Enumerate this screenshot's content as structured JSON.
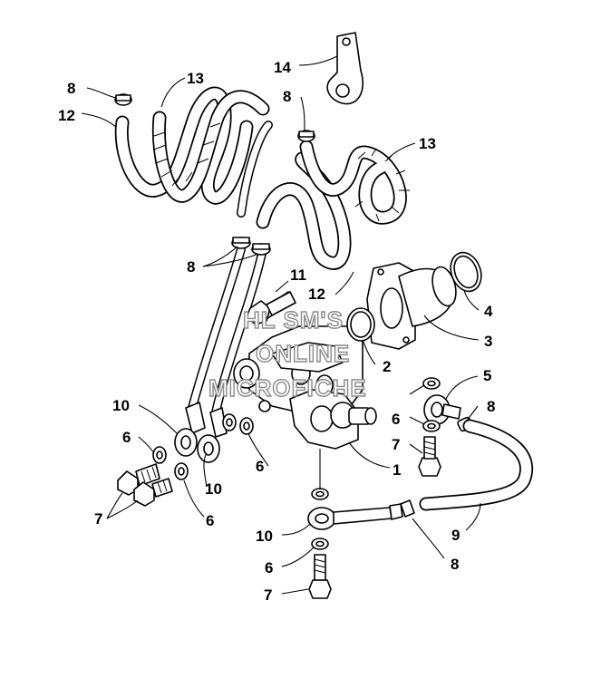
{
  "diagram": {
    "callouts": {
      "c1": "1",
      "c2": "2",
      "c3": "3",
      "c4": "4",
      "c5": "5",
      "c6a": "6",
      "c6b": "6",
      "c6c": "6",
      "c6d": "6",
      "c6e": "6",
      "c7a": "7",
      "c7b": "7",
      "c7c": "7",
      "c8a": "8",
      "c8b": "8",
      "c8c": "8",
      "c8d": "8",
      "c8e": "8",
      "c9": "9",
      "c10a": "10",
      "c10b": "10",
      "c10c": "10",
      "c11": "11",
      "c12a": "12",
      "c12b": "12",
      "c13a": "13",
      "c13b": "13",
      "c14": "14"
    },
    "watermark": {
      "line1": "HL SM'S",
      "line2": "ONLINE",
      "line3": "MICROFICHE"
    }
  }
}
